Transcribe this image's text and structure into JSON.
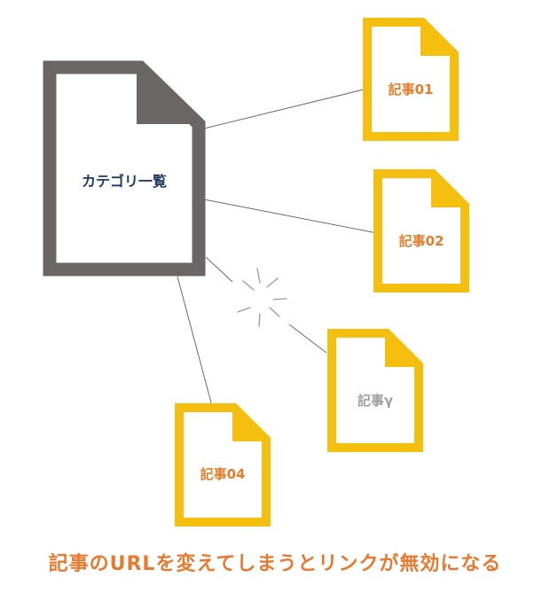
{
  "diagram": {
    "category_doc": {
      "label": "カテゴリ一覧"
    },
    "articles": [
      {
        "id": "a01",
        "label": "記事01",
        "linked": true
      },
      {
        "id": "a02",
        "label": "記事02",
        "linked": true
      },
      {
        "id": "agamma",
        "label": "記事γ",
        "linked": false
      },
      {
        "id": "a04",
        "label": "記事04",
        "linked": true
      }
    ],
    "caption": "記事のURLを変えてしまうとリンクが無効になる"
  },
  "colors": {
    "category_border": "#6b6666",
    "article_border": "#f5bf0f",
    "article_text": "#e07e2b",
    "broken_article_text": "#a0a0a0",
    "category_text": "#1f3a5c",
    "connector": "#6a6a6a",
    "caption_text": "#e8792f"
  }
}
